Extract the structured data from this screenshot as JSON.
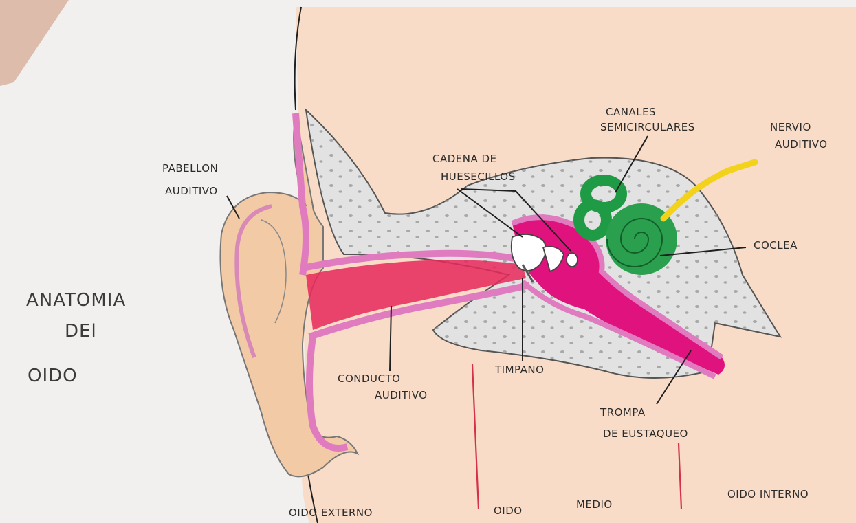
{
  "title": {
    "line1": "ANATOMIA",
    "line2": "DEl",
    "line3": "OIDO"
  },
  "labels": {
    "pabellon_1": "PABELLON",
    "pabellon_2": "AUDITIVO",
    "cadena_1": "CADENA DE",
    "cadena_2": "HUESECILLOS",
    "canales_1": "CANALES",
    "canales_2": "SEMICIRCULARES",
    "nervio_1": "NERVIO",
    "nervio_2": "AUDITIVO",
    "coclea": "COCLEA",
    "conducto_1": "CONDUCTO",
    "conducto_2": "AUDITIVO",
    "timpano": "TIMPANO",
    "trompa_1": "TROMPA",
    "trompa_2": "DE EUSTAQUEO"
  },
  "sections": {
    "externo": "OIDO EXTERNO",
    "medio_1": "OIDO",
    "medio_2": "MEDIO",
    "interno": "OIDO INTERNO"
  },
  "colors": {
    "paper": "#f3f0ec",
    "skin_peach": "#f7d8bf",
    "auricle": "#f2c9a5",
    "pink_outline": "#e07bc0",
    "canal_red": "#e8285a",
    "magenta": "#e0137e",
    "bone_gray": "#dcdcdc",
    "cochlea_green": "#1f9a45",
    "nerve_yellow": "#f3d21c",
    "divider_red": "#d3324a"
  }
}
